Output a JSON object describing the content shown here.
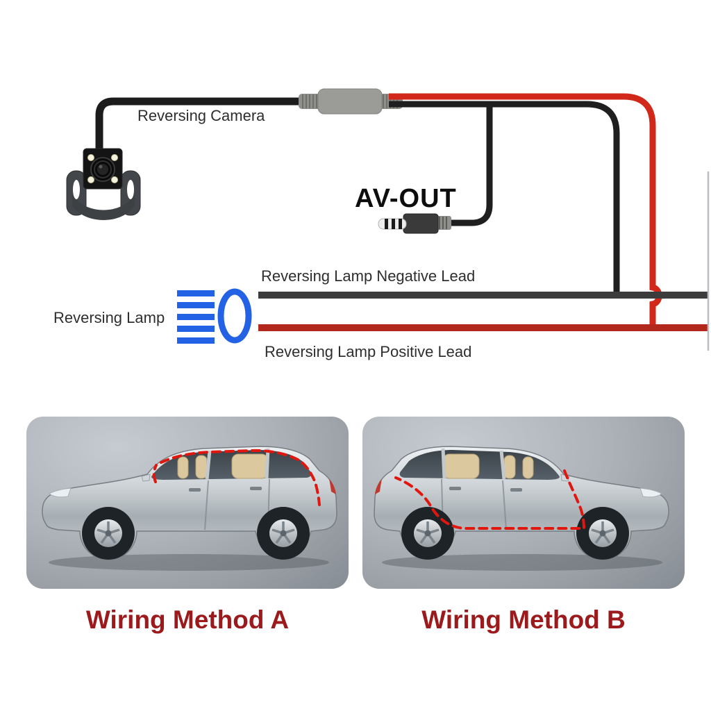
{
  "wiring_diagram": {
    "camera": {
      "label": "Reversing Camera",
      "icon": "rear-camera-icon",
      "cable_color": "#1c1c1c"
    },
    "module": {
      "icon": "inline-converter-icon",
      "color": "#9b9b97"
    },
    "av_out": {
      "label": "AV-OUT",
      "icon": "av-jack-icon"
    },
    "power_wire_color": "#d2281a",
    "video_wire_color": "#1f1f1f",
    "reversing_lamp": {
      "label": "Reversing Lamp",
      "icon": "reversing-lamp-icon",
      "blue": "#2362e4"
    },
    "negative_lead": {
      "label": "Reversing Lamp Negative Lead",
      "color": "#3c3c3c"
    },
    "positive_lead": {
      "label": "Reversing Lamp Positive Lead",
      "color": "#b3281c"
    }
  },
  "methods": {
    "panel_a": {
      "caption": "Wiring Method A",
      "route_color": "#e0170e"
    },
    "panel_b": {
      "caption": "Wiring Method B",
      "route_color": "#e0170e"
    }
  },
  "style": {
    "caption_color": "#9c1a1c",
    "background": "#ffffff",
    "panel_gray_light": "#c6cbd1",
    "panel_gray_dark": "#868c93",
    "car_silver": "#c3c9cd"
  }
}
